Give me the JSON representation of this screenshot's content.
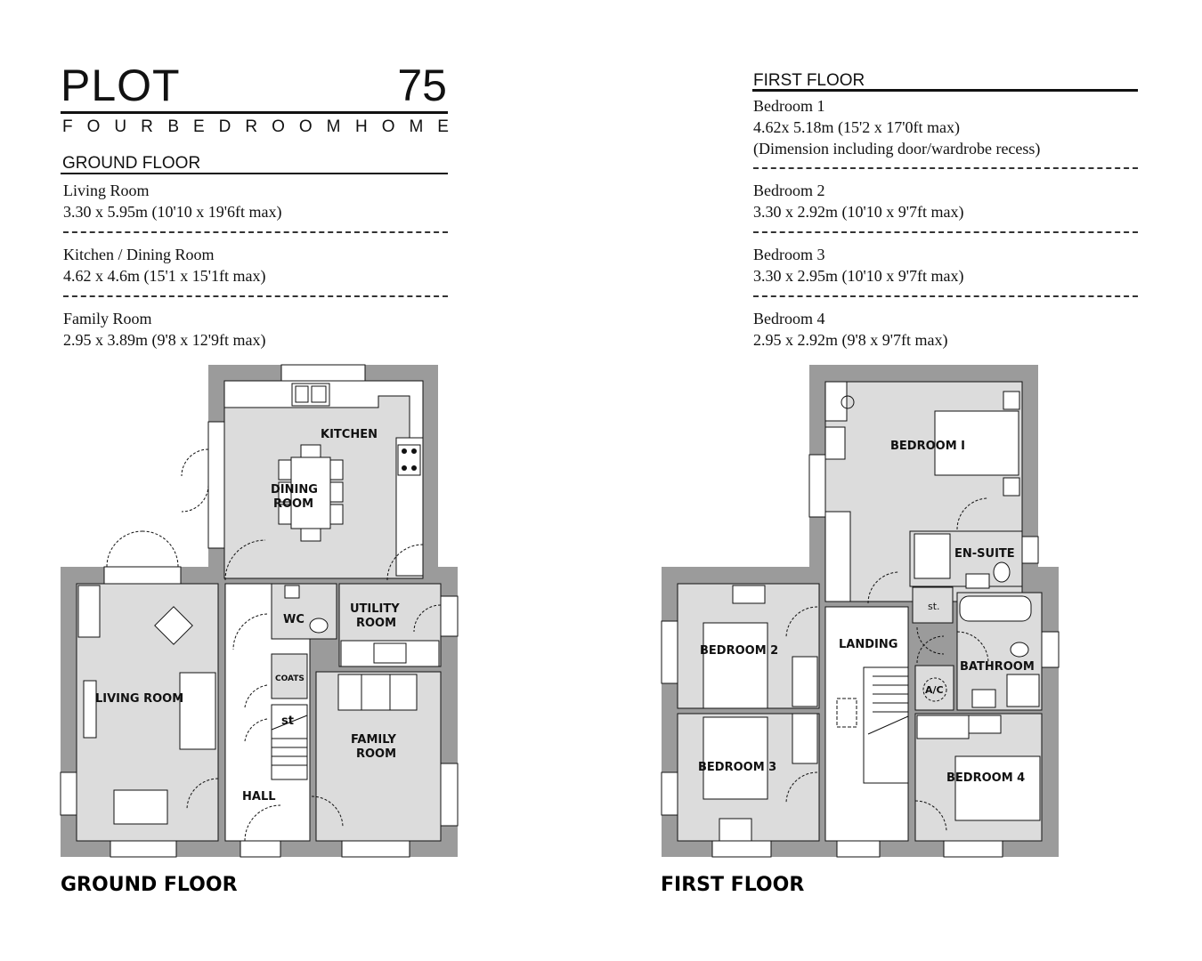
{
  "header": {
    "plot_label": "PLOT",
    "plot_number": "75",
    "subtitle_words": [
      "FOUR",
      "BEDROOM",
      "HOME"
    ]
  },
  "ground_floor_specs": {
    "heading": "GROUND FLOOR",
    "rooms": [
      {
        "name": "Living Room",
        "dimensions": "3.30 x 5.95m (10'10 x 19'6ft max)"
      },
      {
        "name": "Kitchen / Dining Room",
        "dimensions": "4.62 x 4.6m (15'1 x 15'1ft max)"
      },
      {
        "name": "Family Room",
        "dimensions": "2.95 x 3.89m (9'8 x 12'9ft max)"
      }
    ]
  },
  "first_floor_specs": {
    "heading": "FIRST FLOOR",
    "rooms": [
      {
        "name": "Bedroom 1",
        "dimensions": "4.62x 5.18m (15'2 x 17'0ft max)",
        "note": "(Dimension including door/wardrobe recess)"
      },
      {
        "name": "Bedroom 2",
        "dimensions": "3.30 x 2.92m (10'10 x 9'7ft max)"
      },
      {
        "name": "Bedroom 3",
        "dimensions": "3.30  x 2.95m (10'10 x 9'7ft max)"
      },
      {
        "name": "Bedroom 4",
        "dimensions": "2.95 x 2.92m (9'8 x 9'7ft max)"
      }
    ]
  },
  "ground_floor_plan": {
    "caption": "GROUND FLOOR",
    "room_labels": {
      "kitchen": "KITCHEN",
      "dining_1": "DINING",
      "dining_2": "ROOM",
      "living": "LIVING ROOM",
      "wc": "WC",
      "utility_1": "UTILITY",
      "utility_2": "ROOM",
      "coats": "COATS",
      "store": "st",
      "family_1": "FAMILY",
      "family_2": "ROOM",
      "hall": "HALL"
    }
  },
  "first_floor_plan": {
    "caption": "FIRST FLOOR",
    "room_labels": {
      "bedroom1": "BEDROOM I",
      "ensuite": "EN-SUITE",
      "store": "st.",
      "landing": "LANDING",
      "bedroom2": "BEDROOM 2",
      "bedroom3": "BEDROOM 3",
      "bedroom4": "BEDROOM 4",
      "bathroom": "BATHROOM",
      "airing_cupboard": "A/C"
    }
  },
  "colors": {
    "wall": "#9b9b9b",
    "room_fill": "#dcdcdc",
    "circulation_fill": "#ffffff",
    "line": "#111111"
  }
}
